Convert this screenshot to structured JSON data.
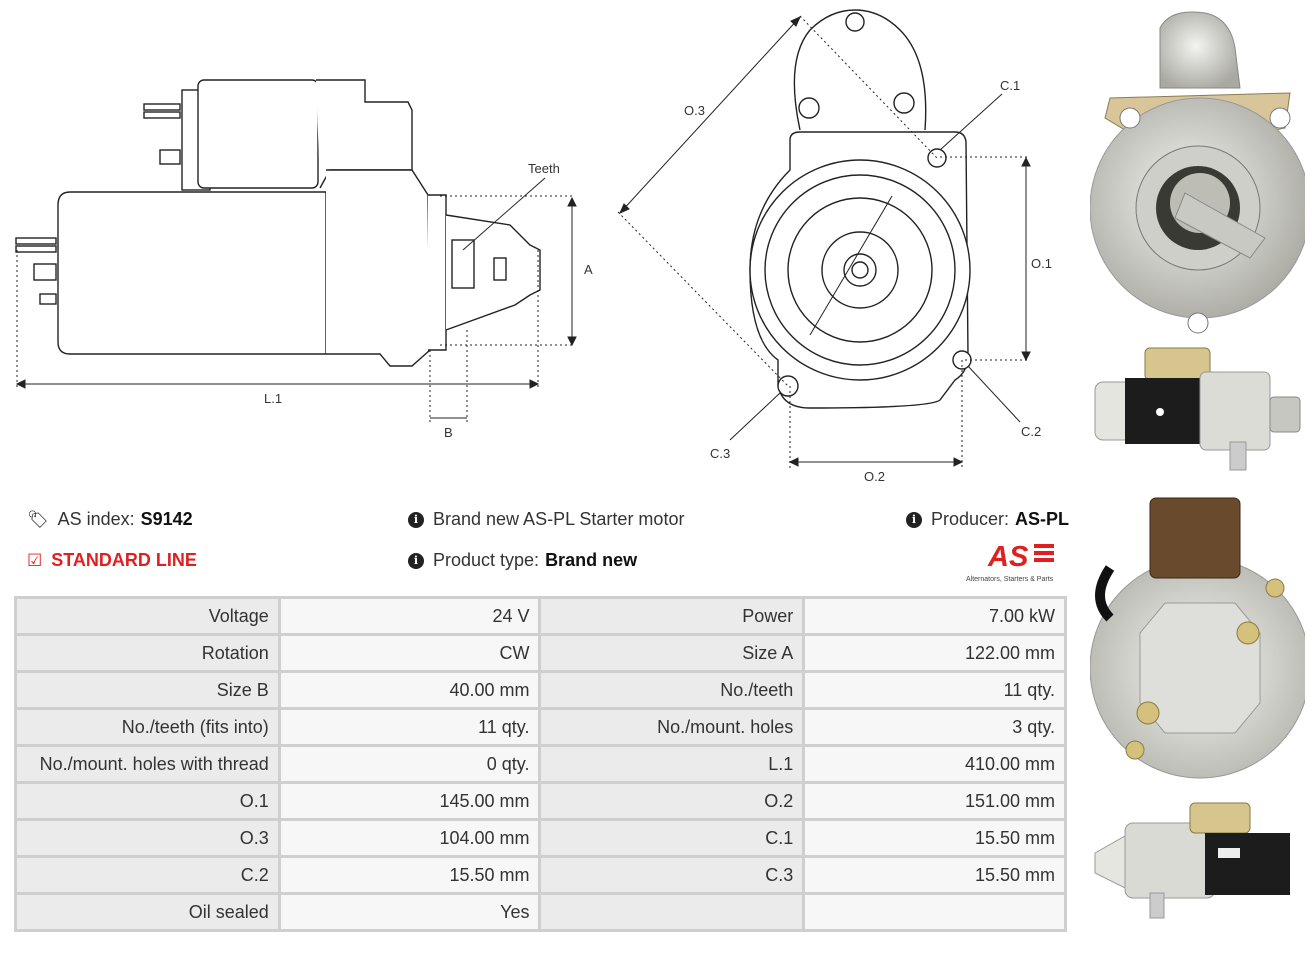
{
  "diagram": {
    "side_labels": {
      "teeth": "Teeth",
      "a": "A",
      "b": "B",
      "l1": "L.1"
    },
    "front_labels": {
      "o1": "O.1",
      "o2": "O.2",
      "o3": "O.3",
      "c1": "C.1",
      "c2": "C.2",
      "c3": "C.3"
    }
  },
  "info": {
    "as_index_label": "AS index:",
    "as_index_value": "S9142",
    "line": "STANDARD LINE",
    "description": "Brand new AS-PL Starter motor",
    "product_type_label": "Product type:",
    "product_type_value": "Brand new",
    "producer_label": "Producer:",
    "producer_value": "AS-PL",
    "logo_text": "AS",
    "logo_tagline": "Alternators, Starters & Parts"
  },
  "specs": [
    [
      "Voltage",
      "24 V",
      "Power",
      "7.00 kW"
    ],
    [
      "Rotation",
      "CW",
      "Size A",
      "122.00 mm"
    ],
    [
      "Size B",
      "40.00 mm",
      "No./teeth",
      "11 qty."
    ],
    [
      "No./teeth (fits into)",
      "11 qty.",
      "No./mount. holes",
      "3 qty."
    ],
    [
      "No./mount. holes with thread",
      "0 qty.",
      "L.1",
      "410.00 mm"
    ],
    [
      "O.1",
      "145.00 mm",
      "O.2",
      "151.00 mm"
    ],
    [
      "O.3",
      "104.00 mm",
      "C.1",
      "15.50 mm"
    ],
    [
      "C.2",
      "15.50 mm",
      "C.3",
      "15.50 mm"
    ],
    [
      "Oil sealed",
      "Yes",
      "",
      ""
    ]
  ],
  "colors": {
    "accent_red": "#e02020",
    "table_label_bg": "#ebebeb",
    "table_value_bg": "#f7f7f7"
  }
}
